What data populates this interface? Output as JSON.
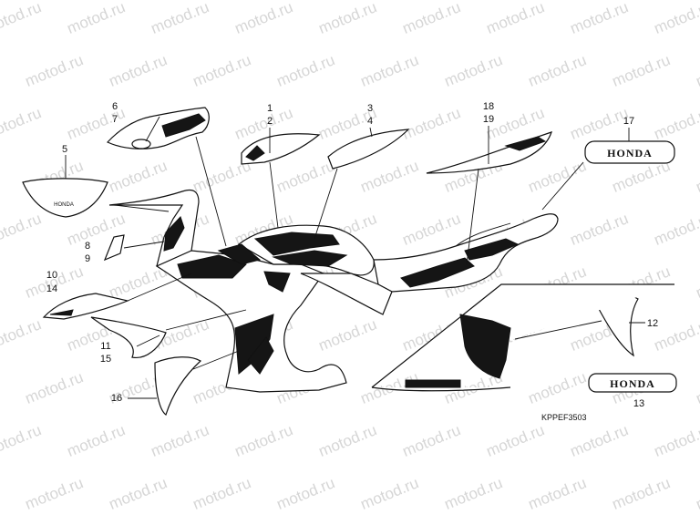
{
  "watermark": "motod.ru",
  "labels": {
    "c1": "1",
    "c2": "2",
    "c3": "3",
    "c4": "4",
    "c5": "5",
    "c6": "6",
    "c7": "7",
    "c8": "8",
    "c9": "9",
    "c10": "10",
    "c11": "11",
    "c12": "12",
    "c13": "13",
    "c14": "14",
    "c15": "15",
    "c16": "16",
    "c17": "17",
    "c18": "18",
    "c19": "19"
  },
  "brand": "HONDA",
  "diagram_code": "KPPEF3503"
}
